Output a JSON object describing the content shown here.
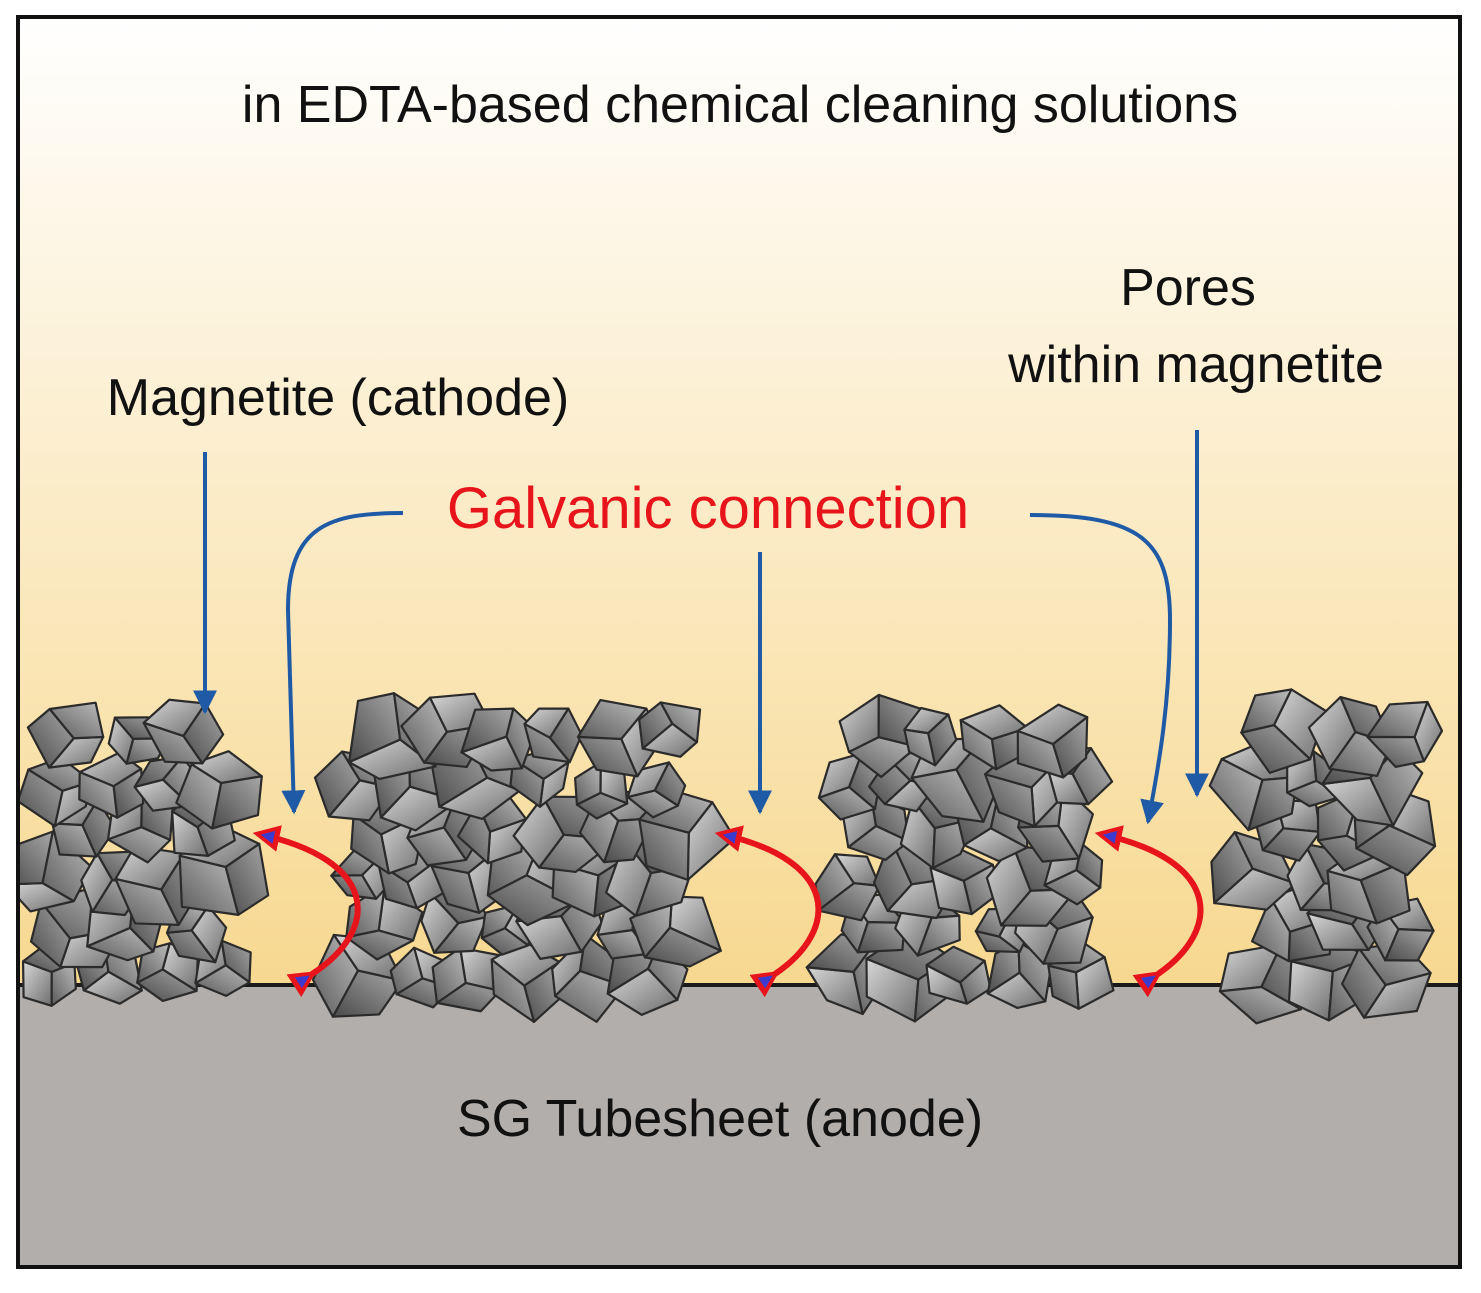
{
  "labels": {
    "medium": "in EDTA-based chemical cleaning solutions",
    "magnetite": "Magnetite (cathode)",
    "pores_line1": "Pores",
    "pores_line2": "within magnetite",
    "galvanic": "Galvanic connection",
    "substrate": "SG Tubesheet (anode)"
  },
  "colors": {
    "background_top": "#ffffff",
    "background_bottom": "#f7d890",
    "substrate": "#b1aeac",
    "crystal": "#7a7a7a",
    "crystal_edge": "#2b2b2b",
    "pointer_arrow": "#1f5aa6",
    "galvanic_arrow": "#e8141b",
    "galvanic_text": "#e8141b",
    "text": "#111111"
  },
  "icons": [
    "magnetite-crystal-icon",
    "pointer-arrow-icon",
    "galvanic-loop-arrow-icon"
  ]
}
